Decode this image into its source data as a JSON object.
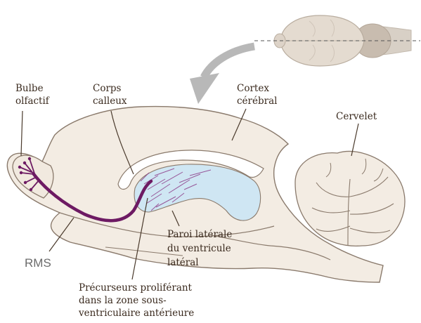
{
  "labels": {
    "bulbe": [
      "Bulbe",
      "olfactif"
    ],
    "corps": [
      "Corps",
      "calleux"
    ],
    "cortex": [
      "Cortex",
      "cérébral"
    ],
    "cervelet": "Cervelet",
    "rms": "RMS",
    "paroi": [
      "Paroi latérale",
      "du ventricule",
      "latéral"
    ],
    "precurseurs": [
      "Précurseurs proliférant",
      "dans la zone sous-",
      "ventriculaire antérieure"
    ]
  },
  "colors": {
    "brain_fill": "#f3ece3",
    "brain_stroke": "#8a7a6c",
    "ventricle": "#cfe6f3",
    "rms_path": "#6d1a63",
    "migrating_cells": "#8e3f8a",
    "arrow": "#b8b8b8",
    "leader_line": "#4a3a2c"
  },
  "icons": [
    "dorsal-brain-view-icon",
    "curved-arrow-icon"
  ]
}
